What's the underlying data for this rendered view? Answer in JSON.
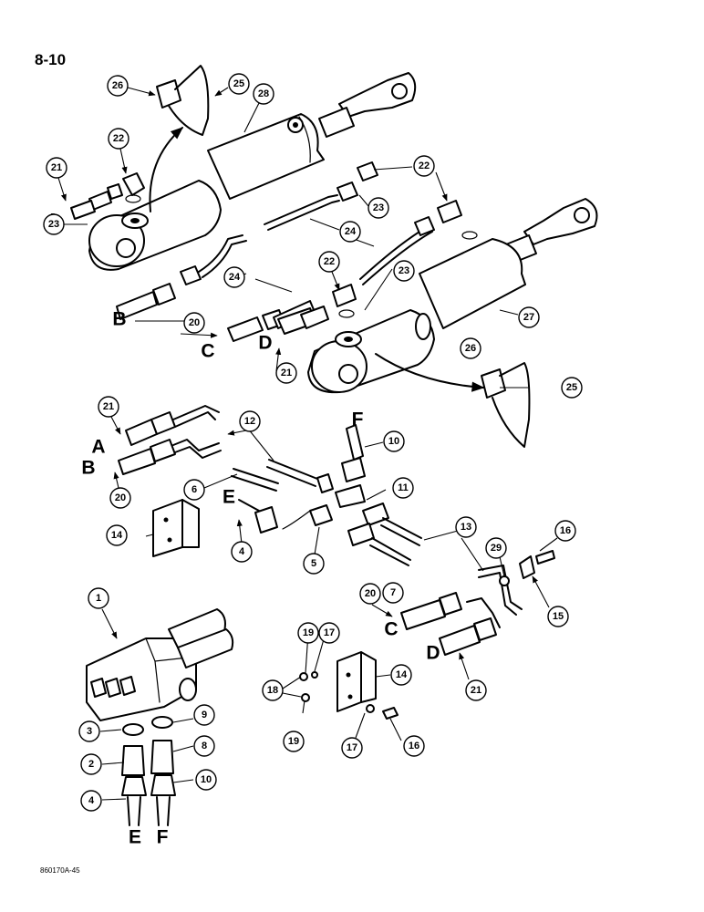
{
  "page": {
    "number": "8-10",
    "figure_code": "860170A-45"
  },
  "port_labels": [
    "A",
    "B",
    "C",
    "D",
    "E",
    "F"
  ],
  "callouts": [
    "1",
    "2",
    "3",
    "4",
    "5",
    "6",
    "7",
    "8",
    "9",
    "10",
    "11",
    "12",
    "13",
    "14",
    "15",
    "16",
    "17",
    "18",
    "19",
    "20",
    "21",
    "22",
    "23",
    "24",
    "25",
    "26",
    "27",
    "28",
    "29"
  ]
}
